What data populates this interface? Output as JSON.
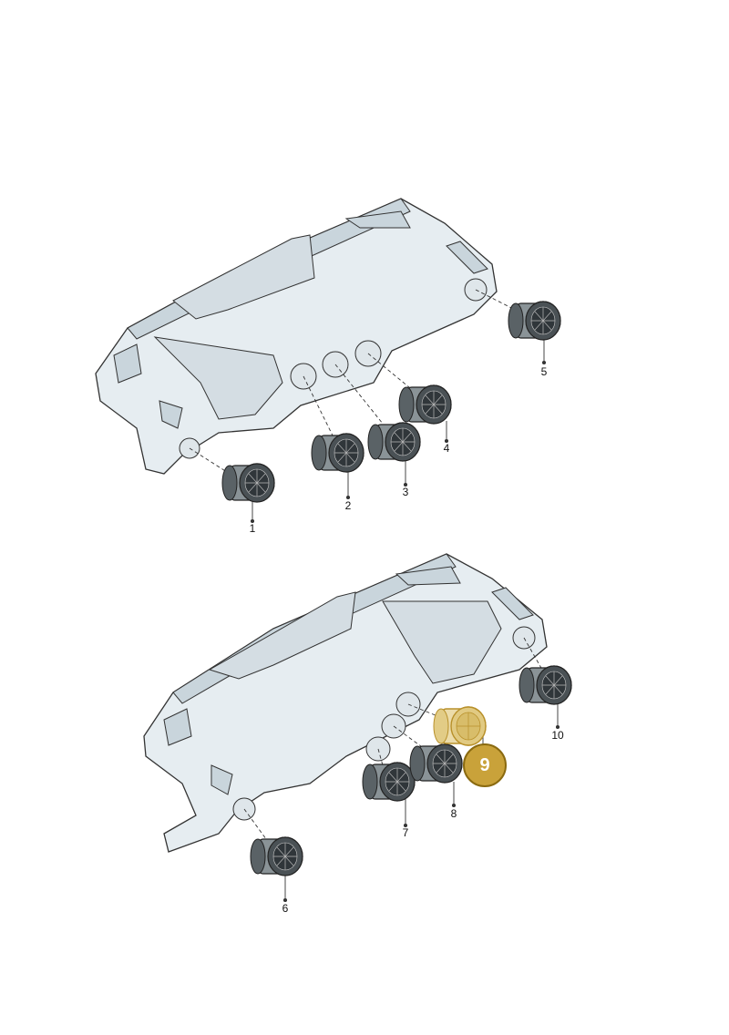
{
  "diagram": {
    "colors": {
      "panel_fill": "#e6edf1",
      "panel_shade": "#c9d5dc",
      "line": "#333333",
      "vent_dark": "#3e4448",
      "vent_mid": "#6d767b",
      "highlight_fill": "#e7d49a",
      "highlight_stroke": "#b8902a",
      "badge": "#c9a23a"
    },
    "callouts": [
      {
        "id": "1",
        "label": "1"
      },
      {
        "id": "2",
        "label": "2"
      },
      {
        "id": "3",
        "label": "3"
      },
      {
        "id": "4",
        "label": "4"
      },
      {
        "id": "5",
        "label": "5"
      },
      {
        "id": "6",
        "label": "6"
      },
      {
        "id": "7",
        "label": "7"
      },
      {
        "id": "8",
        "label": "8"
      },
      {
        "id": "9",
        "label": "9"
      },
      {
        "id": "10",
        "label": "10"
      }
    ],
    "highlighted_part": "9",
    "icons": [
      "dashboard-illustration",
      "air-vent-icon"
    ]
  }
}
